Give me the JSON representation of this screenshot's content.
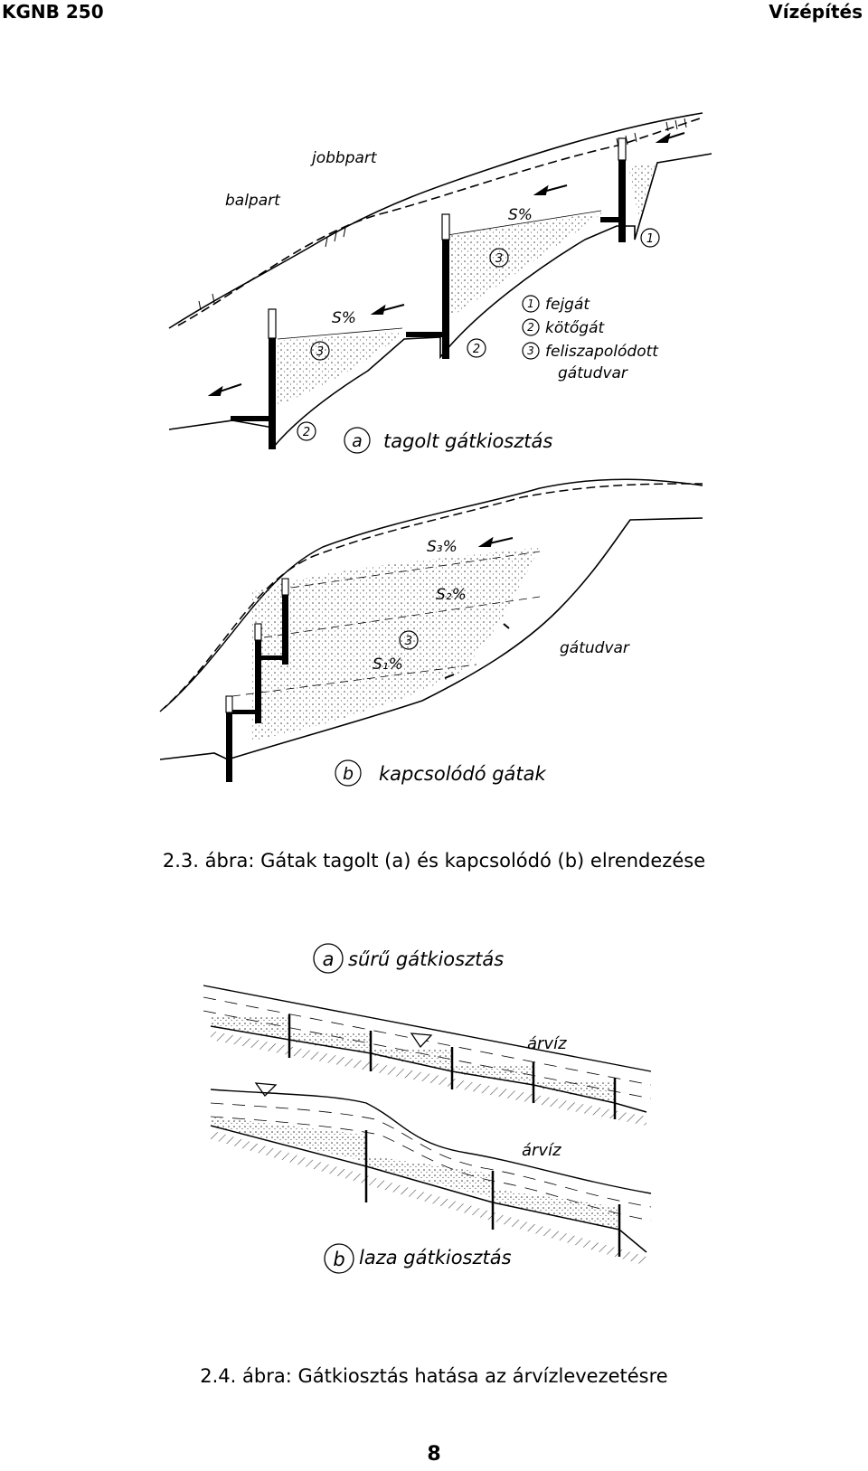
{
  "header": {
    "left": "KGNB 250",
    "right": "Vízépítés"
  },
  "figure1": {
    "labels": {
      "jobbpart": "jobbpart",
      "balpart": "balpart",
      "slope": "S%",
      "s3": "S₃%",
      "s2": "S₂%",
      "s1": "S₁%",
      "legend1": "fejgát",
      "legend2": "kötőgát",
      "legend3a": "feliszapolódott",
      "legend3b": "gátudvar",
      "gatudvar": "gátudvar",
      "panel_a_letter": "a",
      "panel_a_title": "tagolt gátkiosztás",
      "panel_b_letter": "b",
      "panel_b_title": "kapcsolódó gátak",
      "n1": "1",
      "n2": "2",
      "n3": "3"
    },
    "caption": "2.3. ábra: Gátak tagolt (a) és kapcsolódó (b) elrendezése"
  },
  "figure2": {
    "labels": {
      "panel_a_letter": "a",
      "panel_a_title": "sűrű gátkiosztás",
      "arviz_a": "árvíz",
      "arviz_b": "árvíz",
      "panel_b_letter": "b",
      "panel_b_title": "laza gátkiosztás"
    },
    "caption": "2.4. ábra: Gátkiosztás hatása az árvízlevezetésre"
  },
  "page_number": "8"
}
